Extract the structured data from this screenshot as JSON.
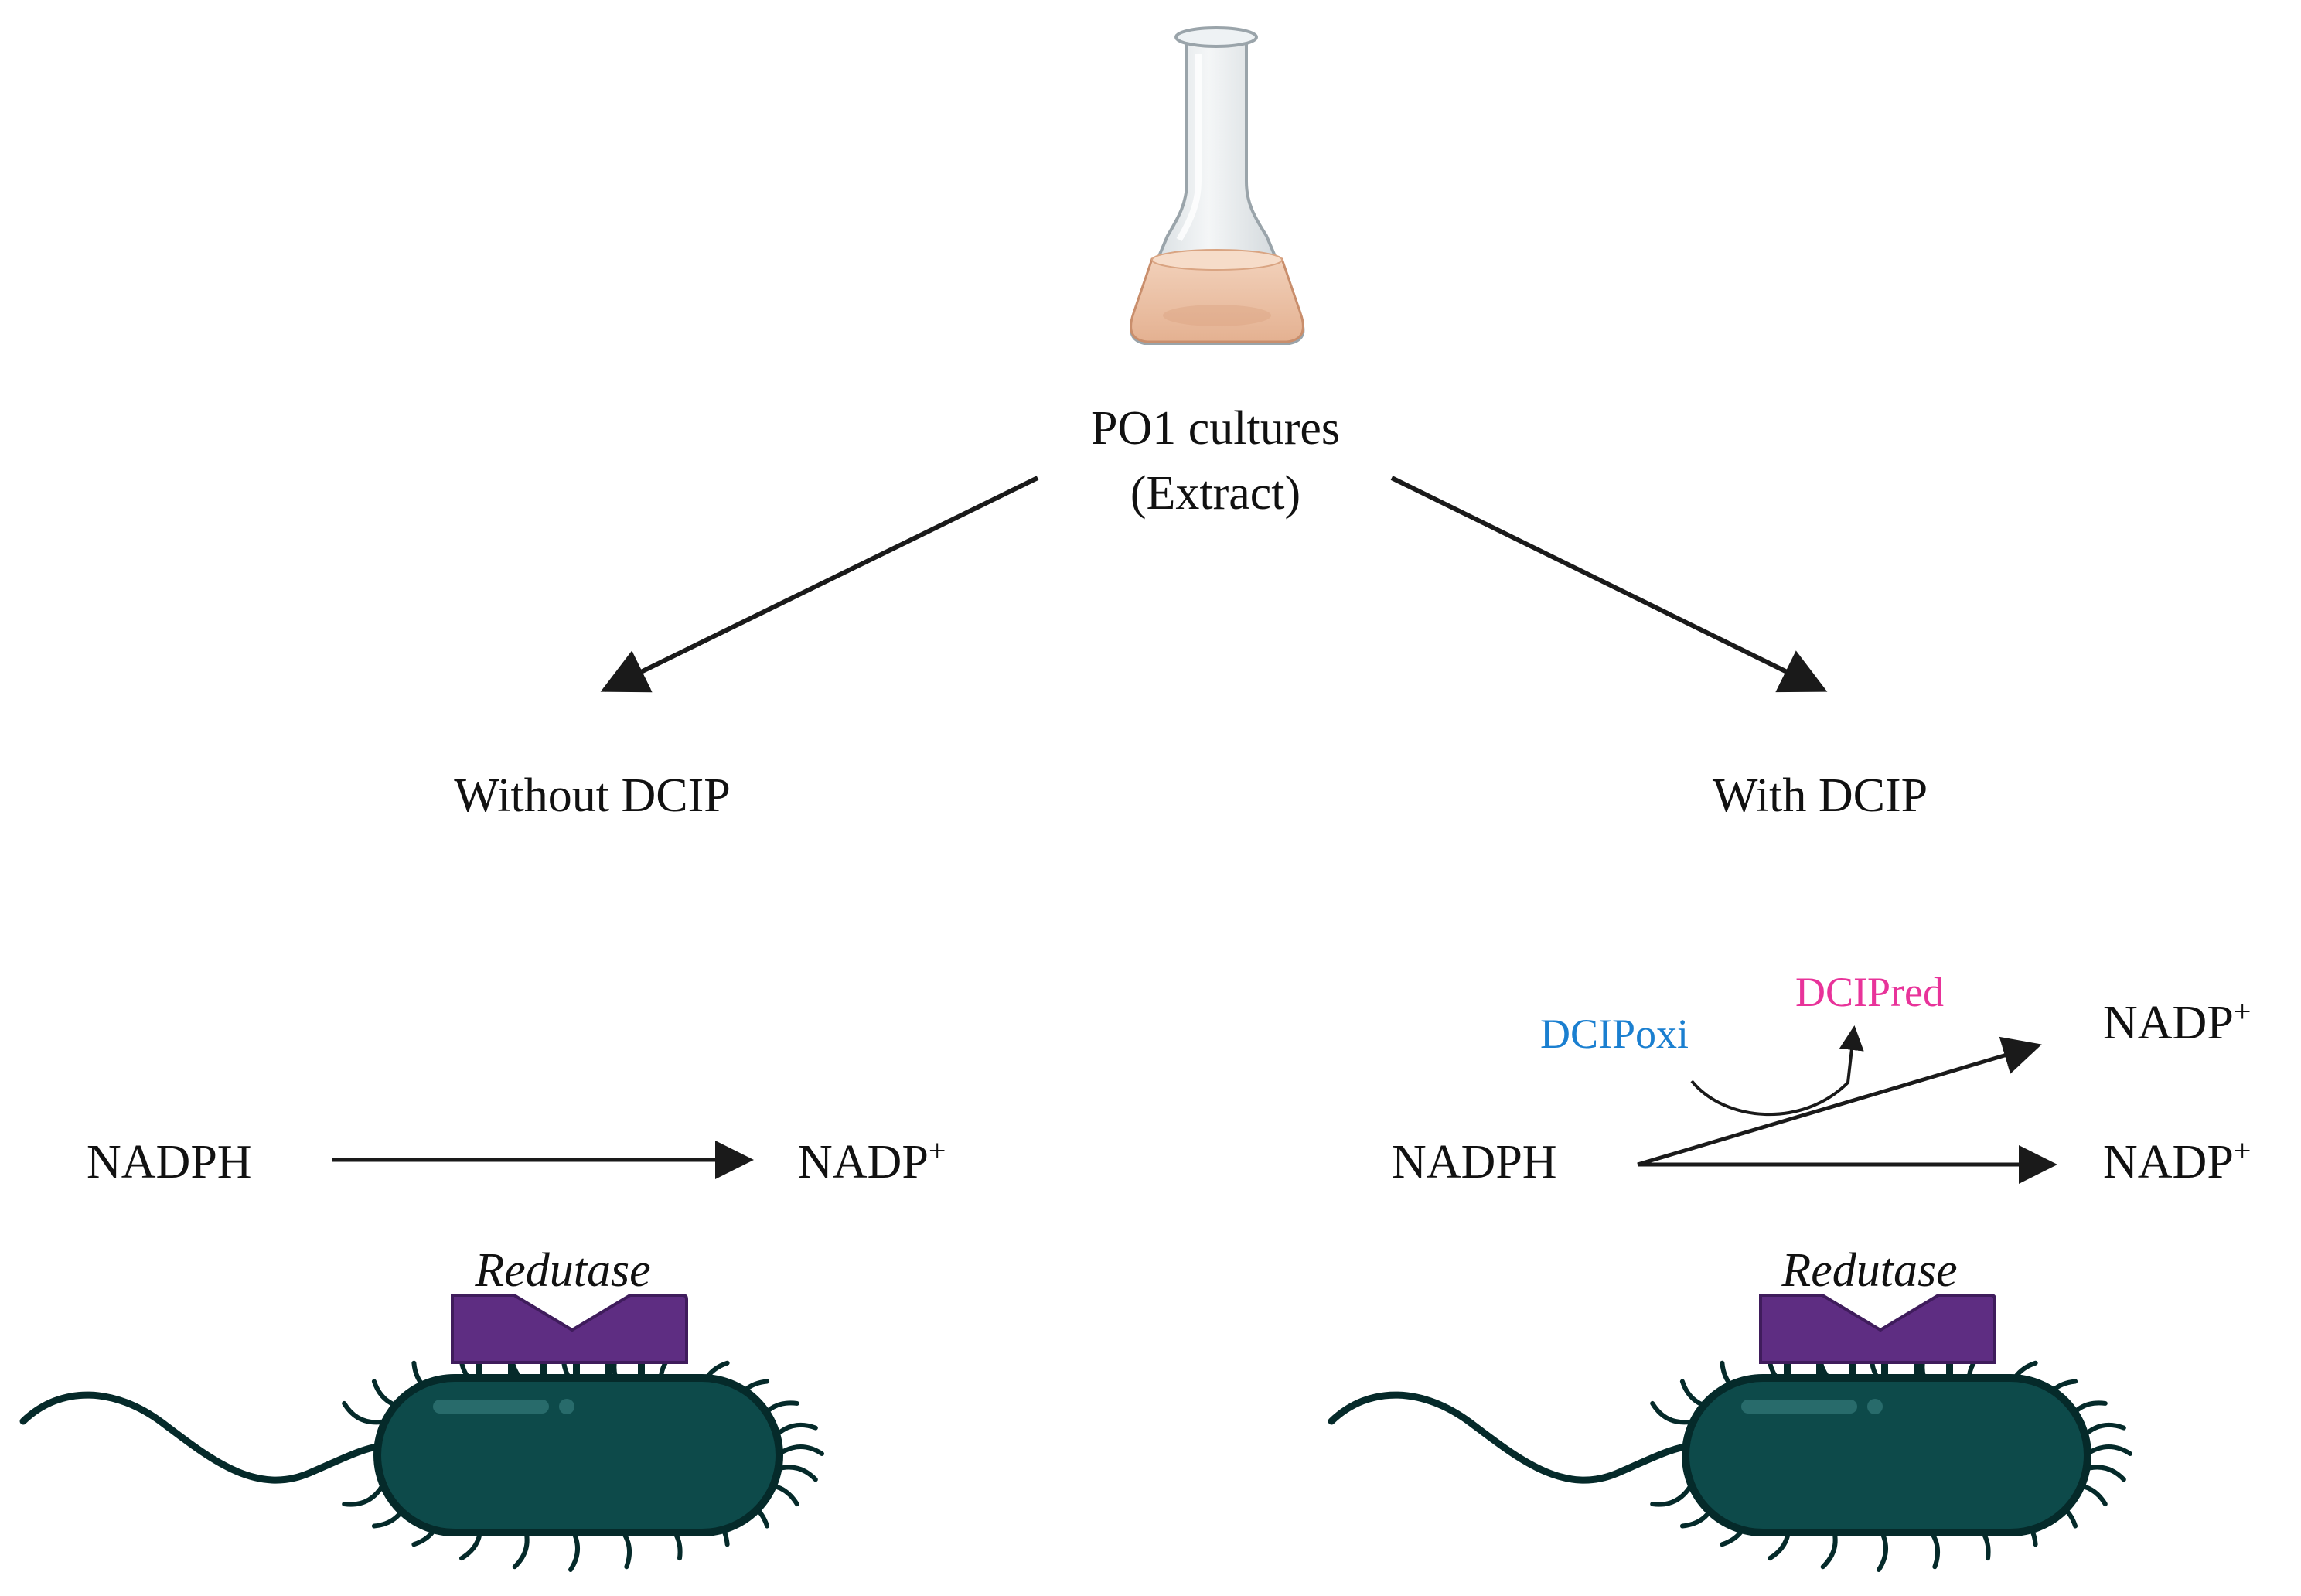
{
  "source": {
    "line1": "PO1 cultures",
    "line2": "(Extract)"
  },
  "branches": {
    "left": {
      "title": "Without DCIP"
    },
    "right": {
      "title": "With DCIP"
    }
  },
  "left_reaction": {
    "substrate": "NADPH",
    "product_base": "NADP",
    "product_sup": "+",
    "enzyme": "Redutase"
  },
  "right_reaction": {
    "substrate": "NADPH",
    "product1_base": "NADP",
    "product1_sup": "+",
    "product2_base": "NADP",
    "product2_sup": "+",
    "dcip_oxidized": "DCIPoxi",
    "dcip_reduced": "DCIPred",
    "enzyme": "Redutase"
  },
  "colors": {
    "text": "#111111",
    "arrow": "#1a1a1a",
    "dcip_oxidized": "#1a7fd0",
    "dcip_reduced": "#e8339a",
    "enzyme": "#5e2d82",
    "bacterium_body": "#0d4a4a",
    "bacterium_outline": "#052a2a",
    "culture_liquid": "#ecc2a6",
    "flask_glass": "#e7ecef"
  },
  "icons": {
    "source": "erlenmeyer-flask-icon",
    "organism": "bacterium-icon",
    "enzyme": "reductase-enzyme-icon"
  }
}
